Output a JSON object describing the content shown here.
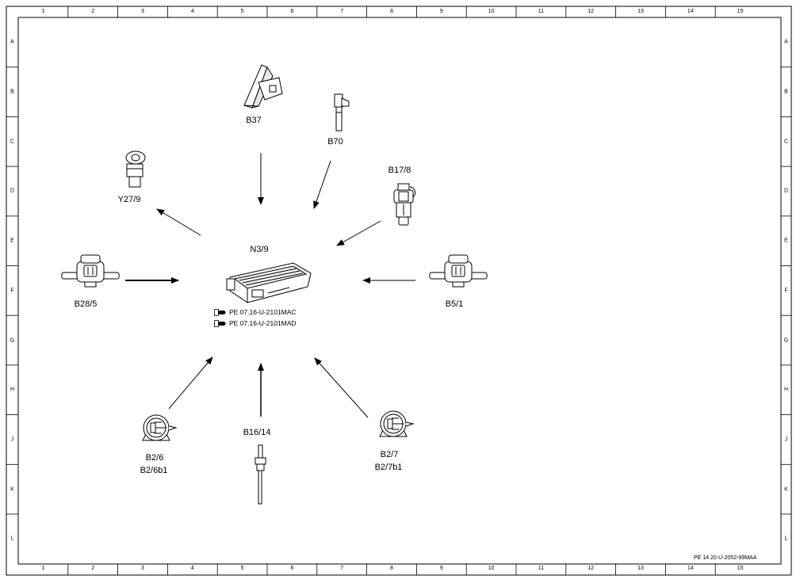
{
  "grid": {
    "columns": [
      "1",
      "2",
      "3",
      "4",
      "5",
      "6",
      "7",
      "8",
      "9",
      "10",
      "11",
      "12",
      "13",
      "14",
      "15"
    ],
    "rows": [
      "A",
      "B",
      "C",
      "D",
      "E",
      "F",
      "G",
      "H",
      "J",
      "K",
      "L"
    ]
  },
  "control_unit": {
    "label": "N3/9",
    "references": [
      "PE 07.16-U-2101MAC",
      "PE 07.16-U-2101MAD"
    ]
  },
  "components": {
    "b37": "B37",
    "b70": "B70",
    "b17_8": "B17/8",
    "y27_9": "Y27/9",
    "b28_5": "B28/5",
    "b5_1": "B5/1",
    "b2_6": "B2/6",
    "b2_6b1": "B2/6b1",
    "b16_14": "B16/14",
    "b2_7": "B2/7",
    "b2_7b1": "B2/7b1"
  },
  "document_id": "PE 14.20-U-2052-99MAA",
  "icons": {
    "reference": "manual-reference-icon"
  }
}
